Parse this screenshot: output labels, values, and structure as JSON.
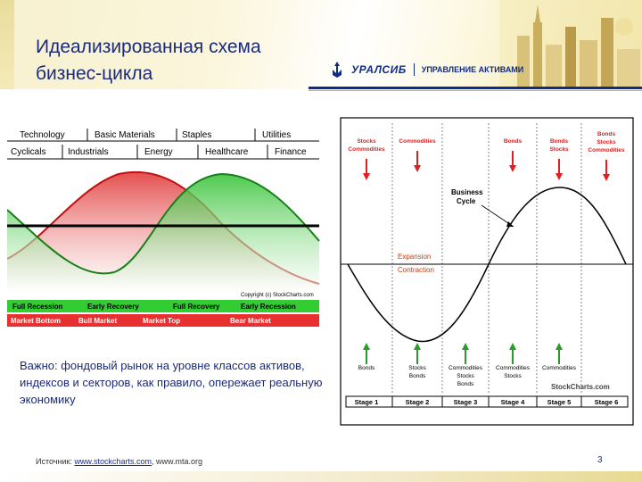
{
  "slide": {
    "title": "Идеализированная схема бизнес-цикла",
    "page_number": "3",
    "note": "Важно: фондовый рынок на уровне классов активов, индексов и секторов, как правило, опережает реальную экономику",
    "source_label": "Источник:",
    "source_link": "www.stockcharts.com",
    "source_rest": ", www.mta.org"
  },
  "logo": {
    "name": "УРАЛСИБ",
    "subtitle": "УПРАВЛЕНИЕ АКТИВАМИ"
  },
  "left_chart": {
    "sectors_top": [
      "Technology",
      "Basic Materials",
      "Staples",
      "Utilities"
    ],
    "sectors_bottom": [
      "Cyclicals",
      "Industrials",
      "Energy",
      "Healthcare",
      "Finance"
    ],
    "copyright": "Copyright (c) StockCharts.com",
    "economy": [
      "Full Recession",
      "Early Recovery",
      "Full Recovery",
      "Early Recession"
    ],
    "market": [
      "Market Bottom",
      "Bull Market",
      "Market Top",
      "Bear Market"
    ],
    "colors": {
      "red": "#e83030",
      "green": "#33cc33",
      "black_line": "#000000"
    }
  },
  "right_chart": {
    "top_labels": [
      [
        "Stocks",
        "Commodities"
      ],
      [
        "Commodities"
      ],
      [],
      [
        "Bonds"
      ],
      [
        "Bonds",
        "Stocks"
      ],
      [
        "Bonds",
        "Stocks",
        "Commodities"
      ]
    ],
    "bottom_labels": [
      [
        "Bonds"
      ],
      [
        "Stocks",
        "Bonds"
      ],
      [
        "Commodities",
        "Stocks",
        "Bonds"
      ],
      [
        "Commodities",
        "Stocks"
      ],
      [
        "Commodities"
      ],
      []
    ],
    "business_cycle_label": [
      "Business",
      "Cycle"
    ],
    "expansion": "Expansion",
    "contraction": "Contraction",
    "stages": [
      "Stage 1",
      "Stage 2",
      "Stage 3",
      "Stage 4",
      "Stage 5",
      "Stage 6"
    ],
    "watermark": "StockCharts.com",
    "colors": {
      "red": "#e02020",
      "green": "#2a9a2a",
      "label_orange": "#c04010"
    }
  }
}
